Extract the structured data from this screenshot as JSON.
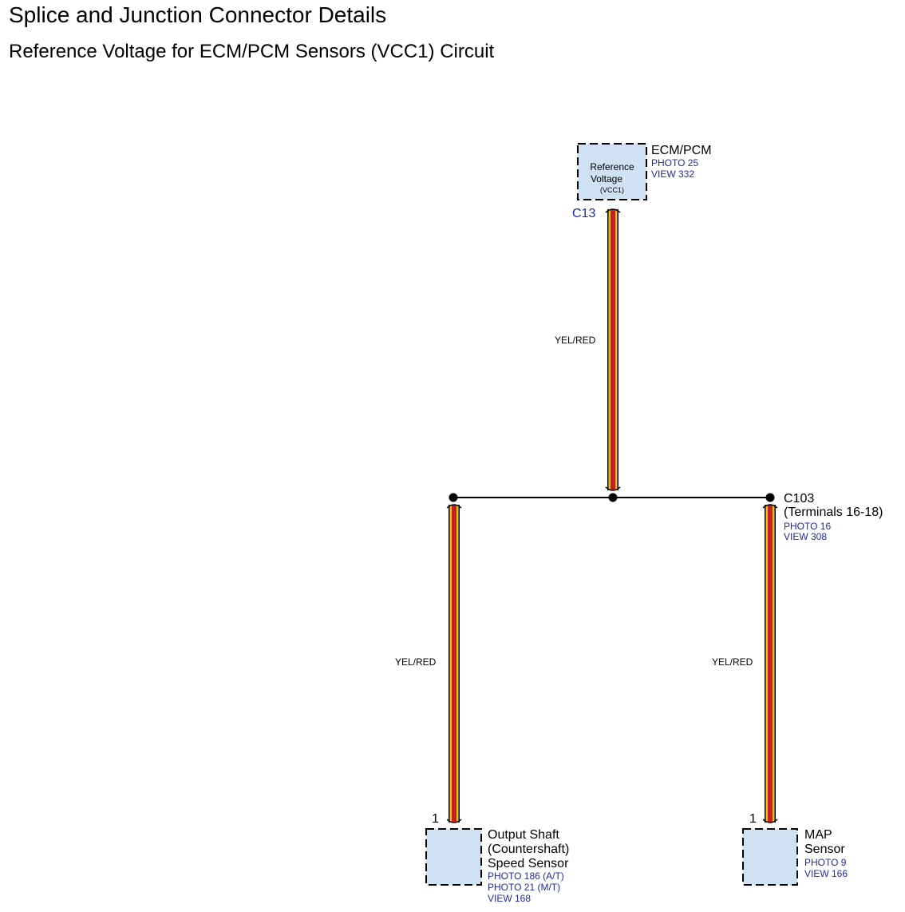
{
  "header": {
    "title": "Splice and Junction Connector Details",
    "subtitle": "Reference Voltage for ECM/PCM Sensors (VCC1) Circuit"
  },
  "ecm": {
    "box_line1": "Reference",
    "box_line2": "Voltage",
    "box_line3": "(VCC1)",
    "name": "ECM/PCM",
    "photo": "PHOTO 25",
    "view": "VIEW 332",
    "connector": "C13"
  },
  "wires": {
    "top_color": "YEL/RED",
    "left_color": "YEL/RED",
    "right_color": "YEL/RED"
  },
  "junction": {
    "name": "C103",
    "terminals": "(Terminals 16-18)",
    "photo": "PHOTO 16",
    "view": "VIEW 308"
  },
  "output_sensor": {
    "pin": "1",
    "line1": "Output Shaft",
    "line2": "(Countershaft)",
    "line3": "Speed Sensor",
    "photo1": "PHOTO 186 (A/T)",
    "photo2": "PHOTO 21 (M/T)",
    "view": "VIEW 168"
  },
  "map_sensor": {
    "pin": "1",
    "line1": "MAP",
    "line2": "Sensor",
    "photo": "PHOTO 9",
    "view": "VIEW 166"
  },
  "colors": {
    "component_fill": "#cfe2f3",
    "wire_yellow": "#e8c020",
    "wire_red": "#c8201c",
    "reference_text": "#1f2aa8"
  }
}
